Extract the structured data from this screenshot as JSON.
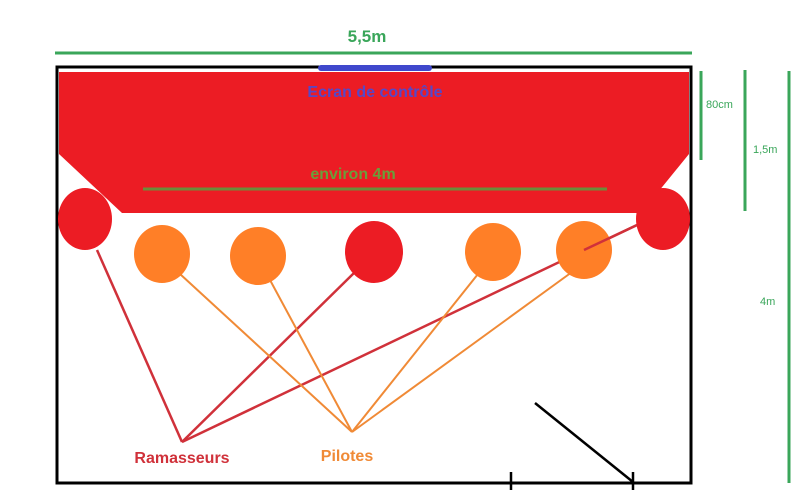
{
  "labels": {
    "width": "5,5m",
    "screen": "Ecran de contrôle",
    "table_width": "environ 4m",
    "depth_table": "80cm",
    "depth_front": "1,5m",
    "depth_room": "4m",
    "pickers": "Ramasseurs",
    "pilots": "Pilotes"
  },
  "colors": {
    "table": "#ec1c24",
    "pilot": "#ff7f27",
    "picker_line": "#d0313a",
    "pilot_line": "#f08a36",
    "measure": "#3aa65a",
    "screen": "#3f48cc",
    "table_measure": "#6b8e3a"
  }
}
